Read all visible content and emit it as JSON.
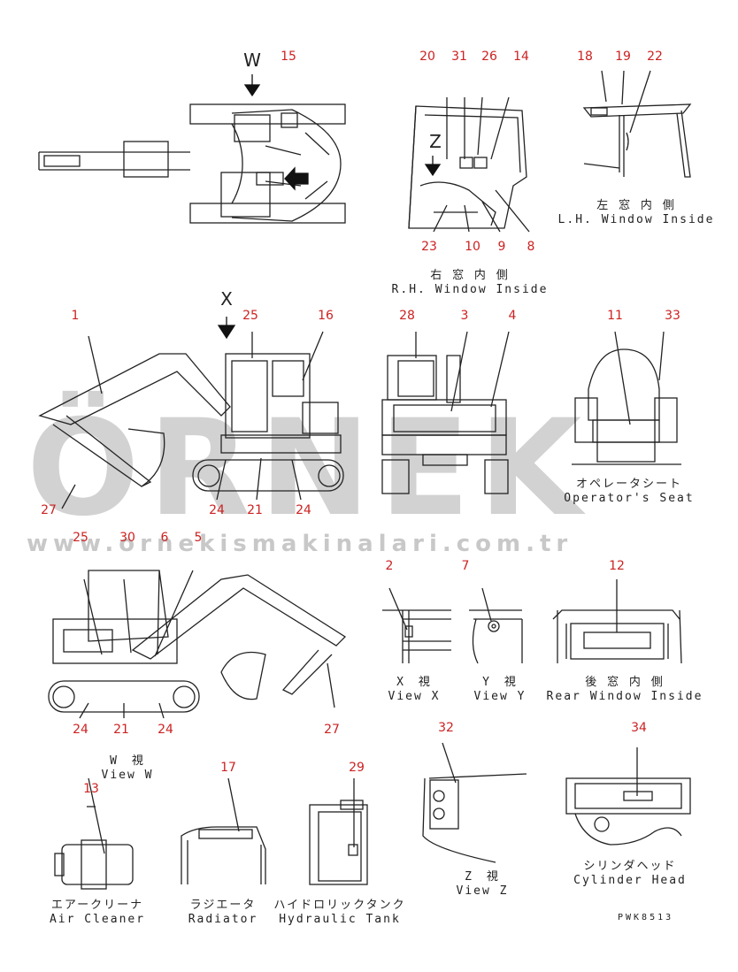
{
  "watermark": {
    "brand": "ÖRNEK",
    "url": "www.ornekismakinalari.com.tr"
  },
  "view_letters": [
    {
      "id": "W",
      "text": "W"
    },
    {
      "id": "X",
      "text": "X"
    },
    {
      "id": "Z",
      "text": "Z"
    }
  ],
  "part_numbers": [
    {
      "id": "p15",
      "text": "15"
    },
    {
      "id": "p20",
      "text": "20"
    },
    {
      "id": "p31",
      "text": "31"
    },
    {
      "id": "p26",
      "text": "26"
    },
    {
      "id": "p14",
      "text": "14"
    },
    {
      "id": "p18",
      "text": "18"
    },
    {
      "id": "p19",
      "text": "19"
    },
    {
      "id": "p22",
      "text": "22"
    },
    {
      "id": "p23",
      "text": "23"
    },
    {
      "id": "p10",
      "text": "10"
    },
    {
      "id": "p9",
      "text": "9"
    },
    {
      "id": "p8",
      "text": "8"
    },
    {
      "id": "p1",
      "text": "1"
    },
    {
      "id": "p25a",
      "text": "25"
    },
    {
      "id": "p16",
      "text": "16"
    },
    {
      "id": "p28",
      "text": "28"
    },
    {
      "id": "p3",
      "text": "3"
    },
    {
      "id": "p4",
      "text": "4"
    },
    {
      "id": "p11",
      "text": "11"
    },
    {
      "id": "p33",
      "text": "33"
    },
    {
      "id": "p27a",
      "text": "27"
    },
    {
      "id": "p24a",
      "text": "24"
    },
    {
      "id": "p21a",
      "text": "21"
    },
    {
      "id": "p24b",
      "text": "24"
    },
    {
      "id": "p25b",
      "text": "25"
    },
    {
      "id": "p30",
      "text": "30"
    },
    {
      "id": "p6",
      "text": "6"
    },
    {
      "id": "p5",
      "text": "5"
    },
    {
      "id": "p2",
      "text": "2"
    },
    {
      "id": "p7",
      "text": "7"
    },
    {
      "id": "p12",
      "text": "12"
    },
    {
      "id": "p24c",
      "text": "24"
    },
    {
      "id": "p21b",
      "text": "21"
    },
    {
      "id": "p24d",
      "text": "24"
    },
    {
      "id": "p27b",
      "text": "27"
    },
    {
      "id": "p32",
      "text": "32"
    },
    {
      "id": "p34",
      "text": "34"
    },
    {
      "id": "p13",
      "text": "13"
    },
    {
      "id": "p17",
      "text": "17"
    },
    {
      "id": "p29",
      "text": "29"
    }
  ],
  "captions": [
    {
      "id": "lh",
      "jp": "左 窓 内 側",
      "en": "L.H. Window Inside"
    },
    {
      "id": "rh",
      "jp": "右 窓 内 側",
      "en": "R.H. Window Inside"
    },
    {
      "id": "seat",
      "jp": "オペレータシート",
      "en": "Operator's Seat"
    },
    {
      "id": "vx",
      "jp": "X　視",
      "en": "View X"
    },
    {
      "id": "vy",
      "jp": "Y　視",
      "en": "View Y"
    },
    {
      "id": "rear",
      "jp": "後 窓 内 側",
      "en": "Rear Window Inside"
    },
    {
      "id": "vw",
      "jp": "W　視",
      "en": "View W"
    },
    {
      "id": "vz",
      "jp": "Z　視",
      "en": "View Z"
    },
    {
      "id": "air",
      "jp": "エアークリーナ",
      "en": "Air Cleaner"
    },
    {
      "id": "rad",
      "jp": "ラジエータ",
      "en": "Radiator"
    },
    {
      "id": "hyd",
      "jp": "ハイドロリックタンク",
      "en": "Hydraulic Tank"
    },
    {
      "id": "cyl",
      "jp": "シリンダヘッド",
      "en": "Cylinder Head"
    }
  ],
  "drawing_code": "PWK8513",
  "colors": {
    "callout": "#cc2222",
    "line": "#222222",
    "watermark": "#d2d2d2"
  }
}
